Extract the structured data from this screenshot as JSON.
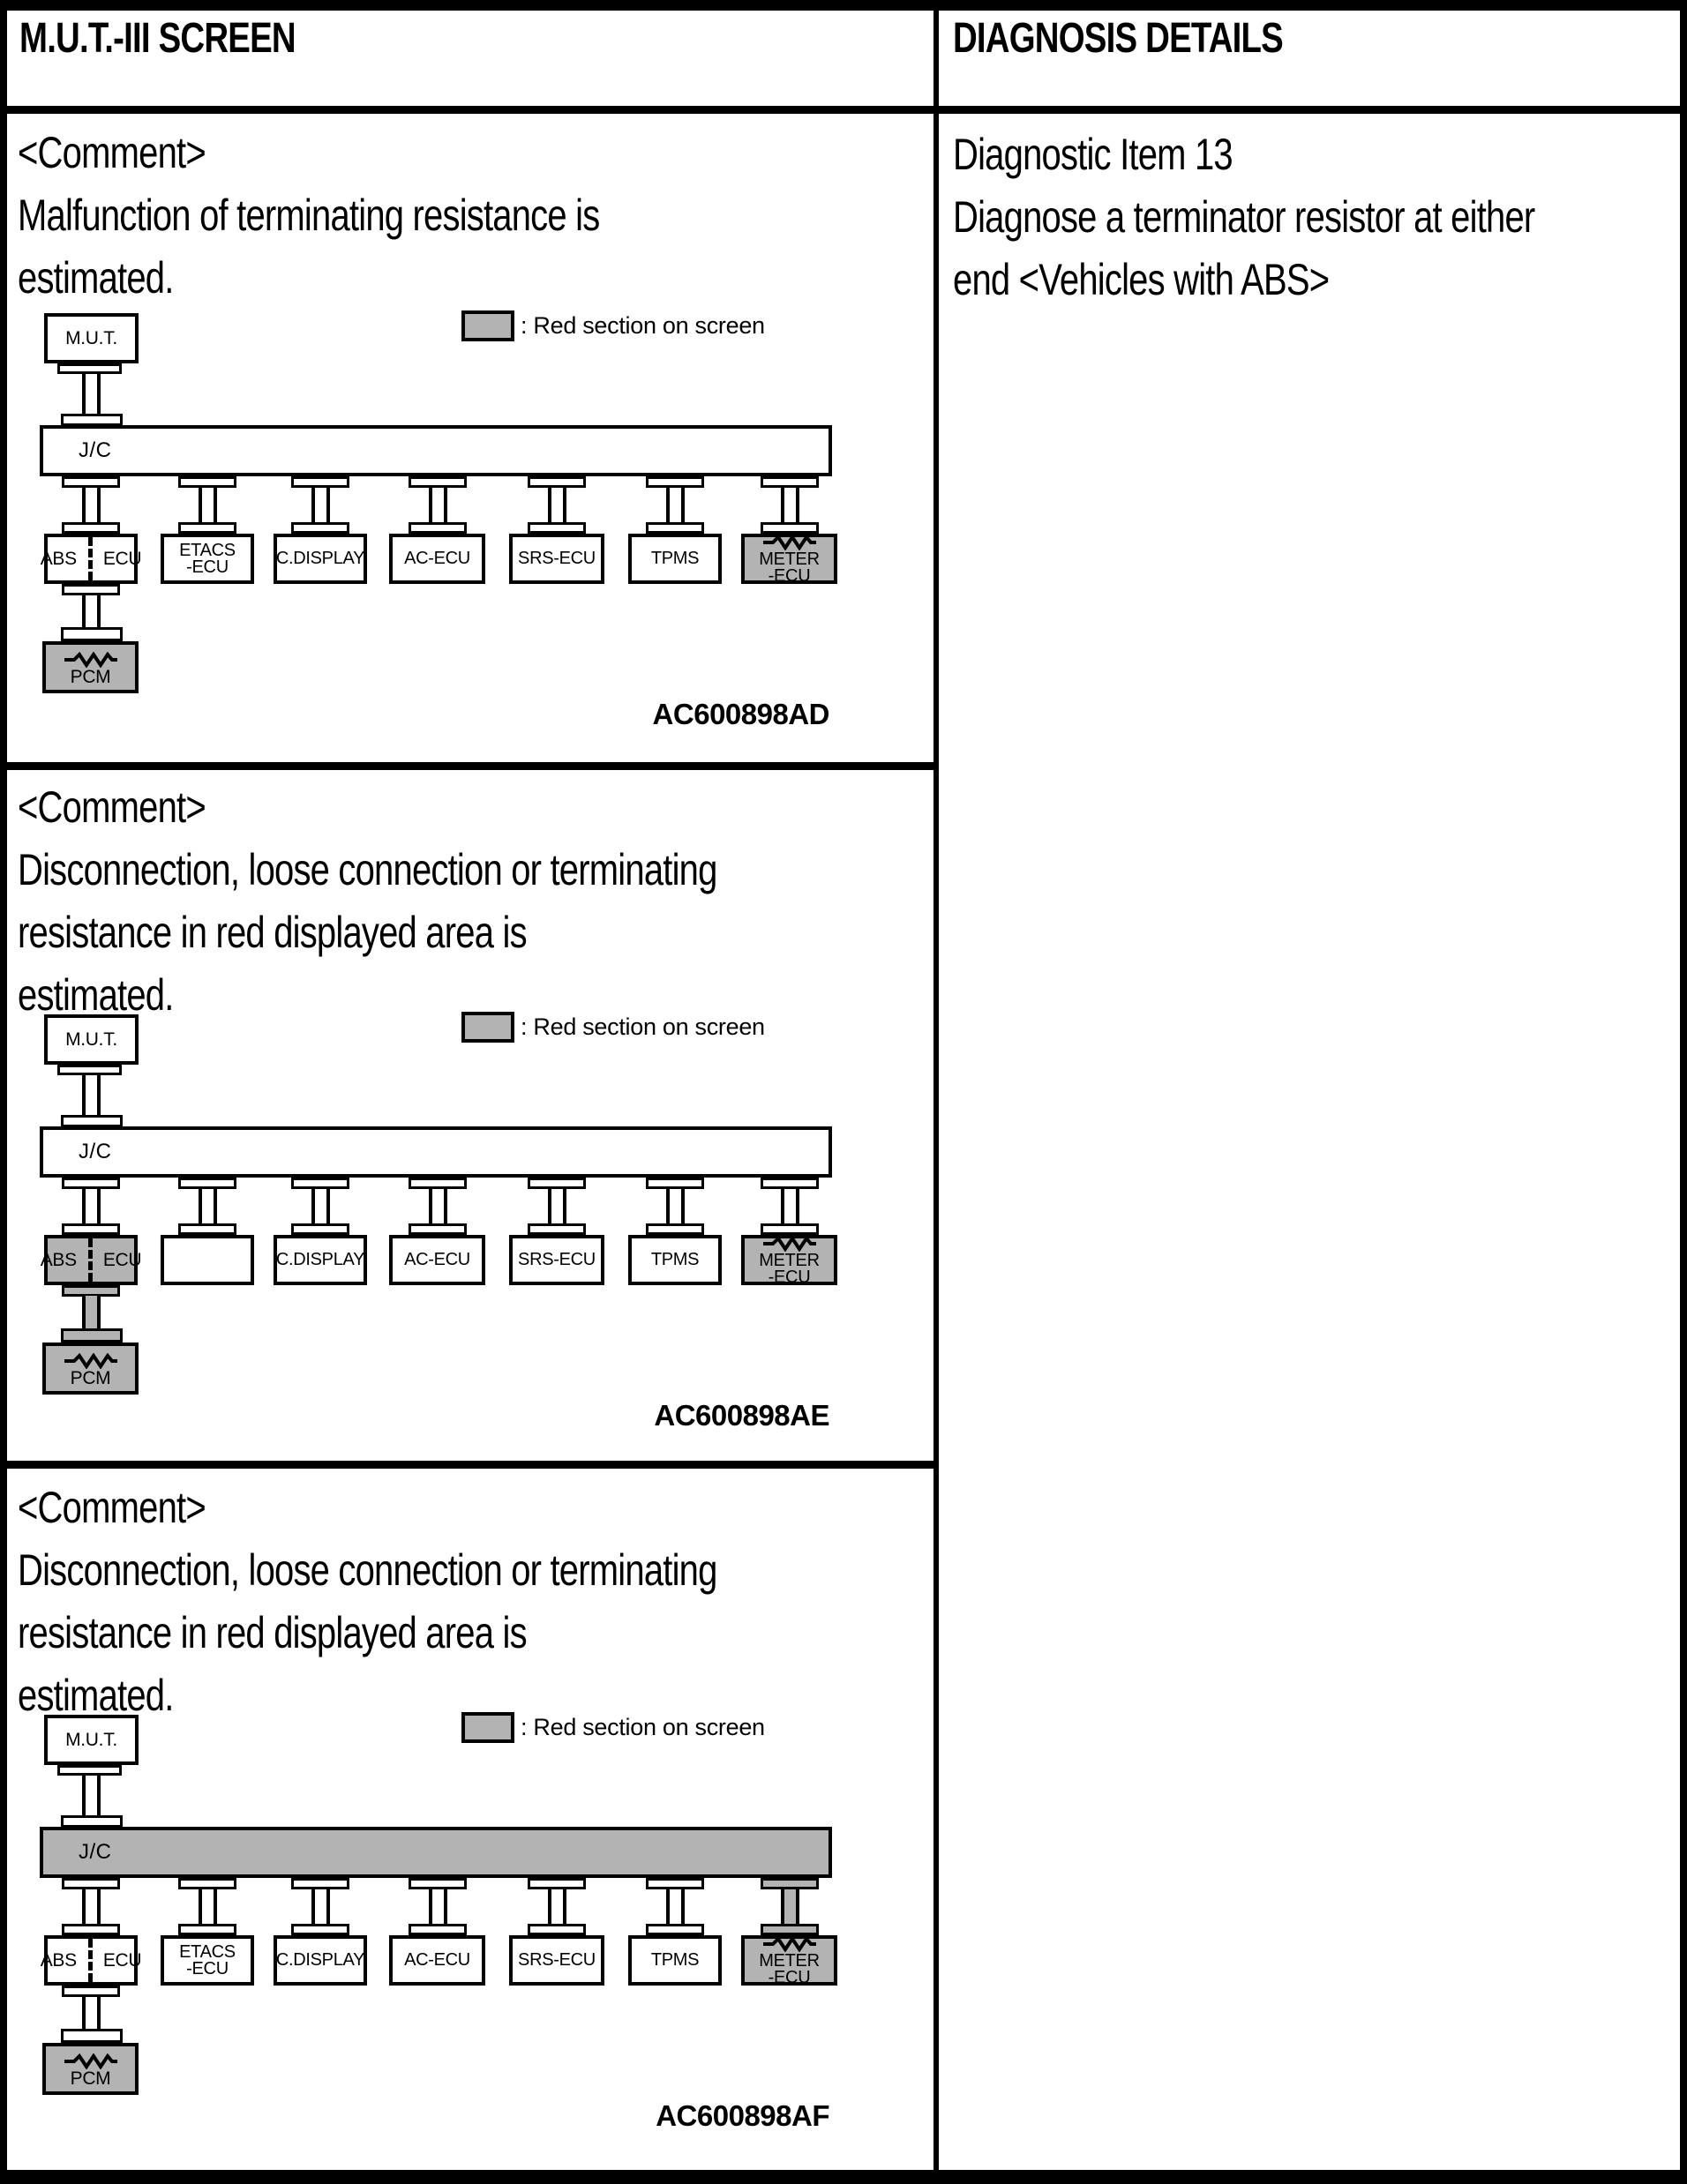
{
  "header": {
    "left": "M.U.T.-III SCREEN",
    "right": "DIAGNOSIS DETAILS"
  },
  "diagnosis": {
    "lines": [
      "Diagnostic Item 13",
      "Diagnose a terminator resistor at either",
      "end <Vehicles with ABS>"
    ]
  },
  "legend": ": Red section on screen",
  "colors": {
    "section_gray": "#b3b3b3",
    "line_black": "#000000"
  },
  "rows": [
    {
      "comment_lines": [
        "<Comment>",
        "Malfunction of terminating resistance is",
        "estimated."
      ],
      "figure_label": "AC600898AD",
      "diagram": {
        "mut": "M.U.T.",
        "jc": "J/C",
        "pcm": "PCM",
        "jc_gray": false,
        "abs_pcm_gray": false,
        "meter_drop_gray": false,
        "pcm_gray": true,
        "pcm_resistor": true,
        "ecus": [
          {
            "name": "abs-ecu",
            "left": "ABS",
            "right": "ECU",
            "dashed": true,
            "gray": false
          },
          {
            "name": "etacs-ecu",
            "lines": [
              "ETACS",
              "-ECU"
            ],
            "gray": false
          },
          {
            "name": "c-display",
            "lines": [
              "C.DISPLAY"
            ],
            "gray": false
          },
          {
            "name": "ac-ecu",
            "lines": [
              "AC-ECU"
            ],
            "gray": false
          },
          {
            "name": "srs-ecu",
            "lines": [
              "SRS-ECU"
            ],
            "gray": false
          },
          {
            "name": "tpms",
            "lines": [
              "TPMS"
            ],
            "gray": false
          },
          {
            "name": "meter-ecu",
            "lines": [
              "METER",
              "-ECU"
            ],
            "gray": true,
            "resistor": true
          }
        ]
      }
    },
    {
      "comment_lines": [
        "<Comment>",
        "Disconnection, loose connection or terminating",
        "resistance in red displayed area is",
        "estimated."
      ],
      "figure_label": "AC600898AE",
      "diagram": {
        "mut": "M.U.T.",
        "jc": "J/C",
        "pcm": "PCM",
        "jc_gray": false,
        "abs_pcm_gray": true,
        "meter_drop_gray": false,
        "pcm_gray": true,
        "pcm_resistor": true,
        "ecus": [
          {
            "name": "abs-ecu",
            "left": "ABS",
            "right": "ECU",
            "dashed": true,
            "gray": true
          },
          {
            "name": "etacs-ecu",
            "lines": [],
            "gray": false
          },
          {
            "name": "c-display",
            "lines": [
              "C.DISPLAY"
            ],
            "gray": false
          },
          {
            "name": "ac-ecu",
            "lines": [
              "AC-ECU"
            ],
            "gray": false
          },
          {
            "name": "srs-ecu",
            "lines": [
              "SRS-ECU"
            ],
            "gray": false
          },
          {
            "name": "tpms",
            "lines": [
              "TPMS"
            ],
            "gray": false
          },
          {
            "name": "meter-ecu",
            "lines": [
              "METER",
              "-ECU"
            ],
            "gray": true,
            "resistor": true
          }
        ]
      }
    },
    {
      "comment_lines": [
        "<Comment>",
        "Disconnection, loose connection or terminating",
        "resistance in red displayed area is",
        "estimated."
      ],
      "figure_label": "AC600898AF",
      "diagram": {
        "mut": "M.U.T.",
        "jc": "J/C",
        "pcm": "PCM",
        "jc_gray": true,
        "abs_pcm_gray": false,
        "meter_drop_gray": true,
        "pcm_gray": true,
        "pcm_resistor": true,
        "ecus": [
          {
            "name": "abs-ecu",
            "left": "ABS",
            "right": "ECU",
            "dashed": true,
            "gray": false
          },
          {
            "name": "etacs-ecu",
            "lines": [
              "ETACS",
              "-ECU"
            ],
            "gray": false
          },
          {
            "name": "c-display",
            "lines": [
              "C.DISPLAY"
            ],
            "gray": false
          },
          {
            "name": "ac-ecu",
            "lines": [
              "AC-ECU"
            ],
            "gray": false
          },
          {
            "name": "srs-ecu",
            "lines": [
              "SRS-ECU"
            ],
            "gray": false
          },
          {
            "name": "tpms",
            "lines": [
              "TPMS"
            ],
            "gray": false
          },
          {
            "name": "meter-ecu",
            "lines": [
              "METER",
              "-ECU"
            ],
            "gray": true,
            "resistor": true
          }
        ]
      }
    }
  ]
}
